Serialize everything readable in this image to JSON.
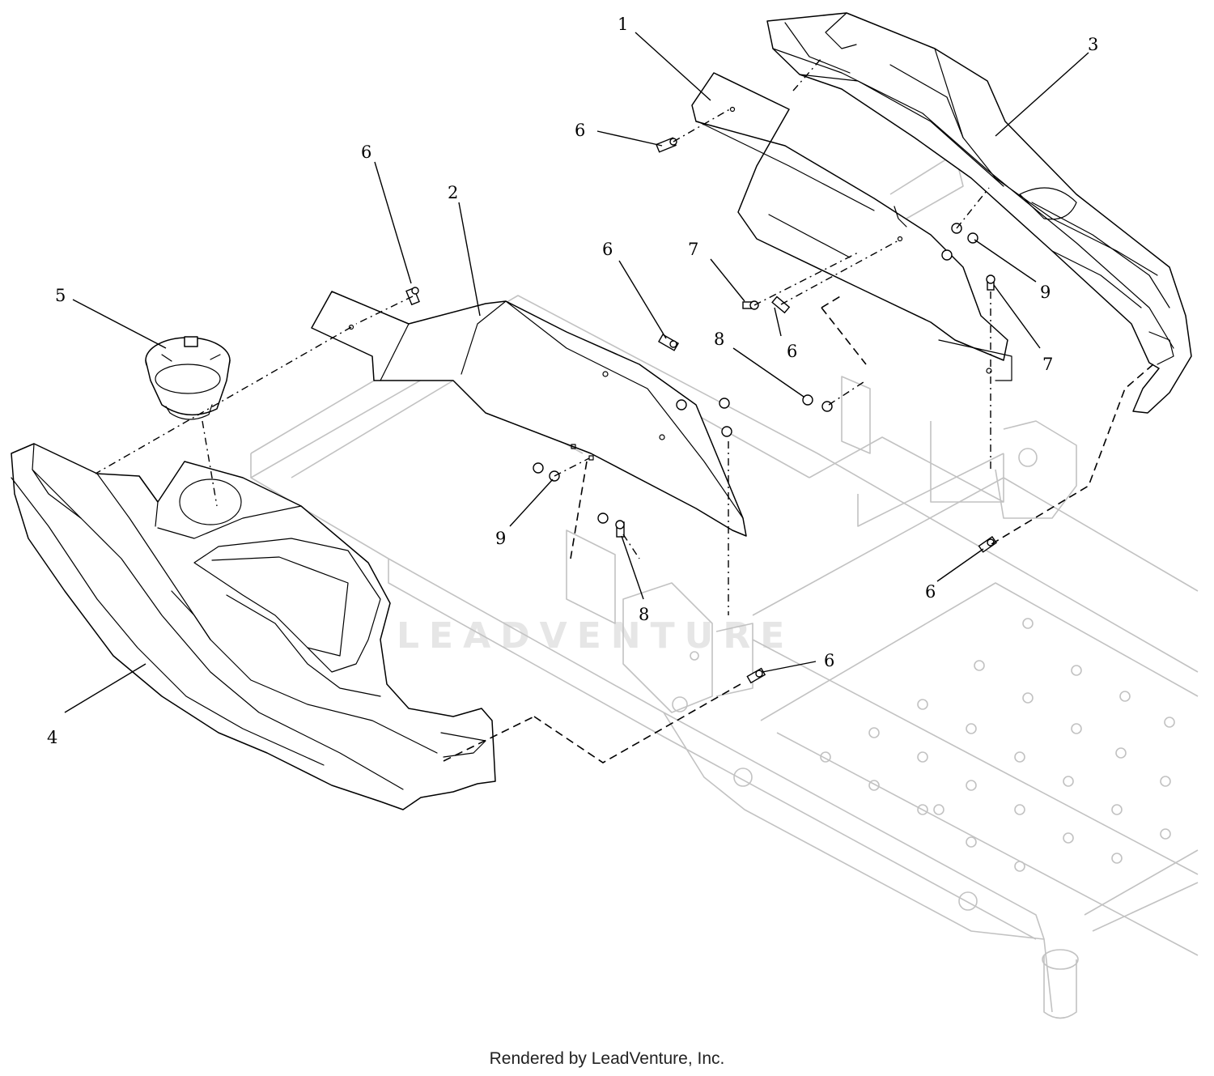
{
  "watermark": "LEADVENTURE",
  "footer": "Rendered by LeadVenture, Inc.",
  "callouts": [
    {
      "label": "1"
    },
    {
      "label": "2"
    },
    {
      "label": "3"
    },
    {
      "label": "4"
    },
    {
      "label": "5"
    },
    {
      "label": "6"
    },
    {
      "label": "6"
    },
    {
      "label": "6"
    },
    {
      "label": "6"
    },
    {
      "label": "6"
    },
    {
      "label": "6"
    },
    {
      "label": "7"
    },
    {
      "label": "7"
    },
    {
      "label": "8"
    },
    {
      "label": "8"
    },
    {
      "label": "9"
    },
    {
      "label": "9"
    }
  ]
}
